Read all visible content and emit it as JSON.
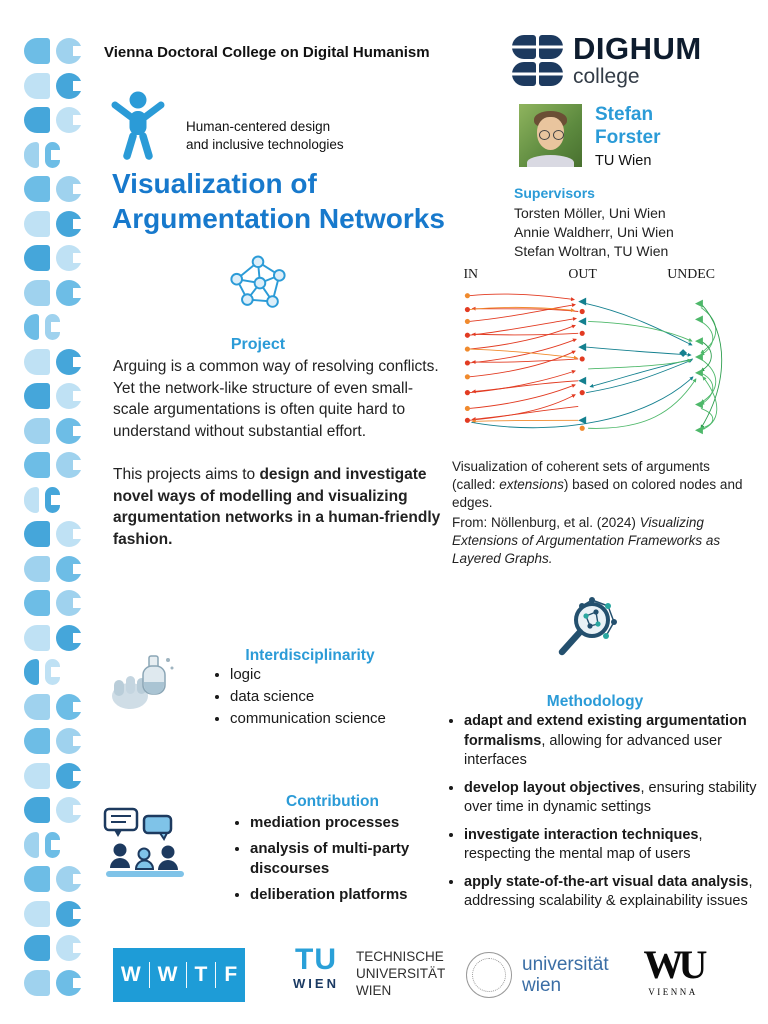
{
  "header": {
    "college_line": "Vienna Doctoral College on Digital Humanism",
    "logo_title": "DIGHUM",
    "logo_subtitle": "college"
  },
  "theme": {
    "line1": "Human-centered design",
    "line2": "and inclusive technologies"
  },
  "title": {
    "line1": "Visualization of",
    "line2": "Argumentation Networks"
  },
  "person": {
    "first_name": "Stefan",
    "last_name": "Forster",
    "affiliation": "TU Wien"
  },
  "supervisors": {
    "heading": "Supervisors",
    "names": [
      "Torsten Möller, Uni Wien",
      "Annie Waldherr, Uni Wien",
      "Stefan Woltran, TU Wien"
    ]
  },
  "project": {
    "heading": "Project",
    "paragraph1": "Arguing is a common way of resolving conflicts. Yet the network-like structure of even small-scale argumentations is often quite hard to understand without substantial effort.",
    "paragraph2_regular": "This projects aims to ",
    "paragraph2_bold": "design and investigate novel ways of modelling and visualizing argumentation networks in a human-friendly fashion."
  },
  "figure": {
    "label_in": "IN",
    "label_out": "OUT",
    "label_undec": "UNDEC",
    "caption_part1": "Visualization of coherent sets of arguments (called: ",
    "caption_italic": "extensions",
    "caption_part2": ") based on colored nodes and edges.",
    "source_regular": "From: Nöllenburg, et al. (2024) ",
    "source_italic": "Visualizing Extensions of Argumentation Frameworks as Layered Graphs."
  },
  "interdisciplinarity": {
    "heading": "Interdisciplinarity",
    "items": [
      "logic",
      "data science",
      "communication science"
    ]
  },
  "contribution": {
    "heading": "Contribution",
    "items": [
      "mediation processes",
      "analysis of multi-party discourses",
      "deliberation platforms"
    ]
  },
  "methodology": {
    "heading": "Methodology",
    "items": [
      {
        "bold": "adapt and extend existing argumentation formalisms",
        "rest": ", allowing for advanced user interfaces"
      },
      {
        "bold": "develop layout objectives",
        "rest": ", ensuring stability over time in dynamic settings"
      },
      {
        "bold": "investigate interaction techniques",
        "rest": ", respecting the mental map of users"
      },
      {
        "bold": "apply state-of-the-art visual data analysis",
        "rest": ", addressing scalability & explainability issues"
      }
    ]
  },
  "footer": {
    "wwtf_letters": [
      "W",
      "W",
      "T",
      "F"
    ],
    "tu_mark": "TU",
    "tu_mark_sub": "WIEN",
    "tu_name_line1": "TECHNISCHE",
    "tu_name_line2": "UNIVERSITÄT",
    "tu_name_line3": "WIEN",
    "univie_line1": "universität",
    "univie_line2": "wien",
    "wu_mark": "WU",
    "wu_sub": "VIENNA"
  },
  "colors": {
    "accent_blue": "#2b9bd7",
    "title_blue": "#1779cc",
    "navy": "#1d3a5f",
    "edge_red": "#e23b22",
    "edge_orange": "#f08a2d",
    "edge_teal": "#14808f",
    "edge_green": "#4eb86a"
  }
}
